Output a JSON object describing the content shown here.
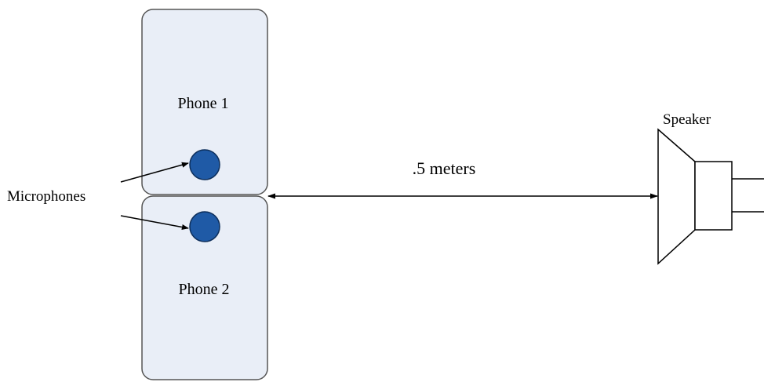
{
  "labels": {
    "phone_1": "Phone 1",
    "phone_2": "Phone 2",
    "microphones": "Microphones",
    "distance": ".5 meters",
    "speaker": "Speaker"
  },
  "colors": {
    "phone_fill": "#e9eef7",
    "phone_stroke": "#555555",
    "microphone_fill": "#1f5aa6",
    "microphone_stroke": "#0d2f5c",
    "line": "#000000"
  }
}
